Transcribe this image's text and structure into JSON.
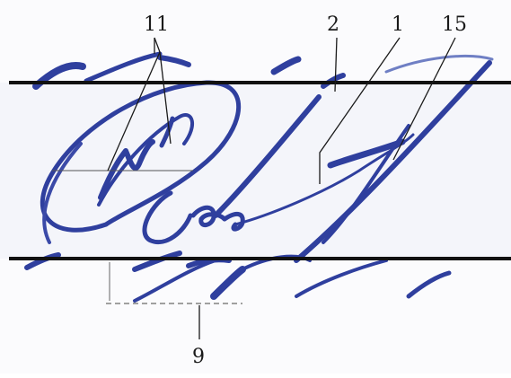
{
  "labels": {
    "l11": "11",
    "l2": "2",
    "l1": "1",
    "l15": "15",
    "l9": "9"
  },
  "colors": {
    "ink": "#2f3f9e",
    "ink_light": "#6f7fc4",
    "guide_line": "#111111",
    "leader": "#1a1a1a"
  }
}
